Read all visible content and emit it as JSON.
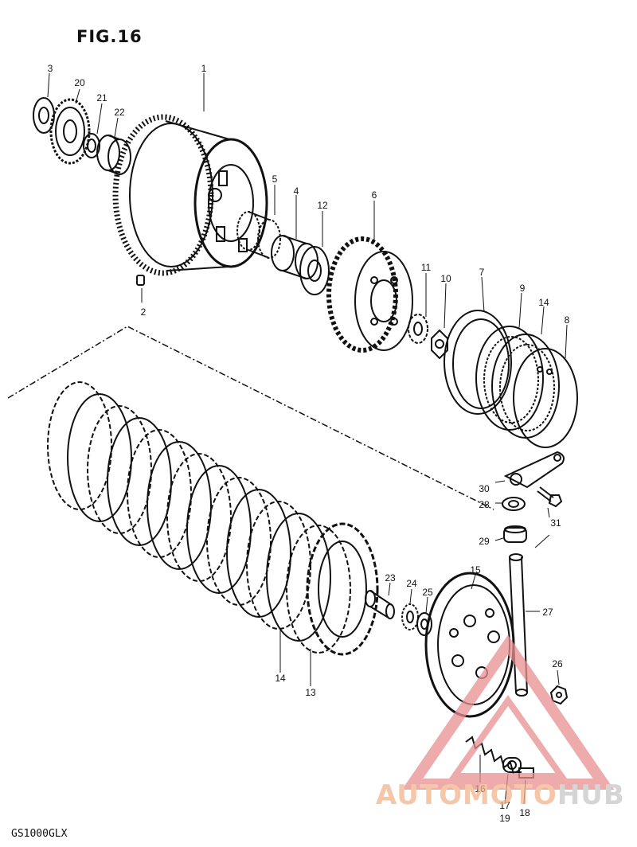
{
  "figure": {
    "title": "FIG.16",
    "model": "GS1000GLX"
  },
  "callouts": {
    "p1": "1",
    "p2": "2",
    "p3": "3",
    "p4": "4",
    "p5": "5",
    "p6": "6",
    "p7": "7",
    "p8": "8",
    "p9": "9",
    "p10": "10",
    "p11": "11",
    "p12": "12",
    "p13": "13",
    "p14a": "14",
    "p14b": "14",
    "p15": "15",
    "p16": "16",
    "p17": "17",
    "p18": "18",
    "p19": "19",
    "p20": "20",
    "p21": "21",
    "p22": "22",
    "p23": "23",
    "p24": "24",
    "p25": "25",
    "p26": "26",
    "p27": "27",
    "p28": "28",
    "p29": "29",
    "p30": "30",
    "p31": "31"
  },
  "watermark": {
    "part1": "AUTOMOTO",
    "part2": "HUB",
    "color_primary": "#f2a7a7",
    "color_secondary": "#cfcfcf"
  }
}
